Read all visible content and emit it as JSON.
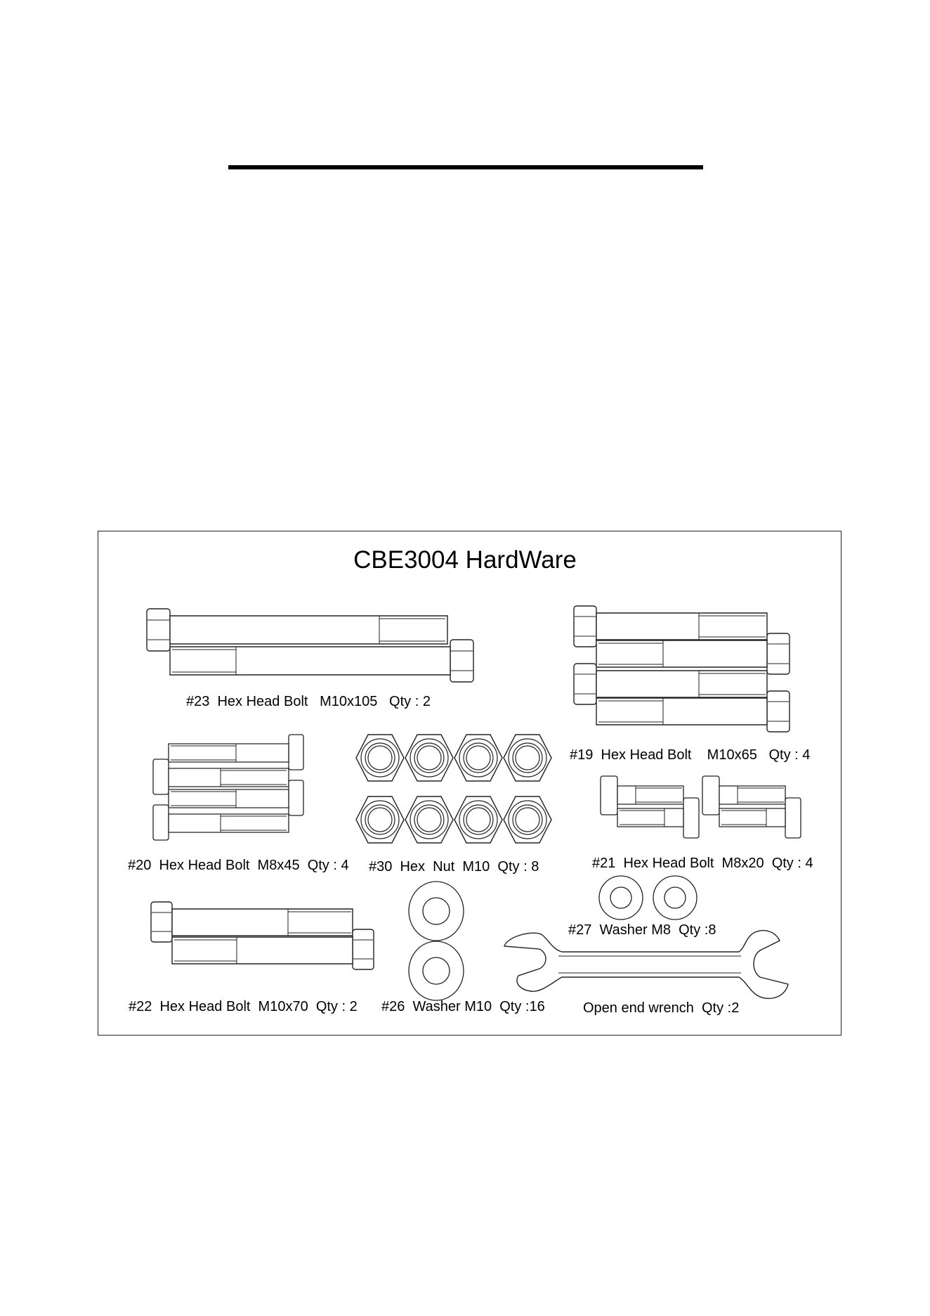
{
  "sheet": {
    "title": "CBE3004  HardWare",
    "parts": {
      "p23": "#23  Hex Head Bolt   M10x105   Qty : 2",
      "p19": "#19  Hex Head Bolt    M10x65   Qty : 4",
      "p20": "#20  Hex Head Bolt  M8x45  Qty : 4",
      "p30": "#30  Hex  Nut  M10  Qty : 8",
      "p21": "#21  Hex Head Bolt  M8x20  Qty : 4",
      "p27": "#27  Washer M8  Qty :8",
      "p22": "#22  Hex Head Bolt  M10x70  Qty : 2",
      "p26": "#26  Washer M10  Qty :16",
      "wrench": "Open end wrench  Qty :2"
    }
  }
}
